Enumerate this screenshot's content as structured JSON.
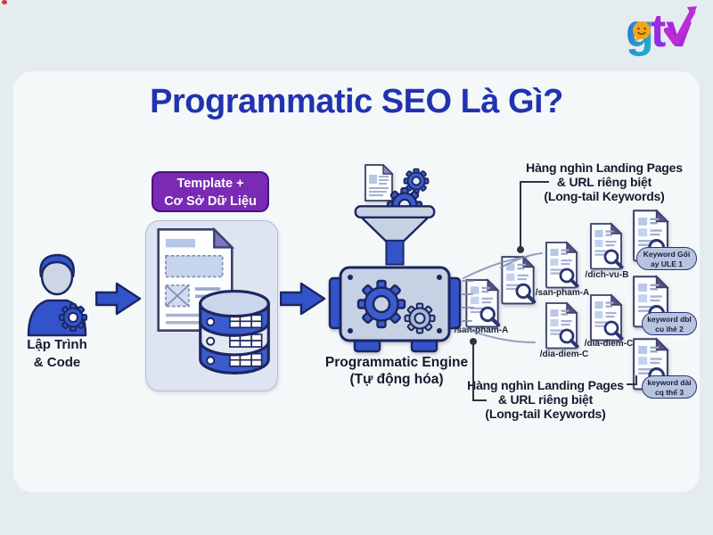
{
  "header": {
    "title": "Programmatic SEO Là Gì?",
    "logo": {
      "g_text": "g",
      "tv_text": "tv"
    }
  },
  "coder": {
    "line1": "Lập Trình",
    "line2": "& Code"
  },
  "template_badge": {
    "line1": "Template +",
    "line2": "Cơ Sở Dữ Liệu"
  },
  "engine": {
    "line1": "Programmatic Engine",
    "line2": "(Tự động hóa)"
  },
  "annotation_top": {
    "line1": "Hàng nghìn Landing Pages",
    "line2": "& URL riêng biệt",
    "line3": "(Long-tail Keywords)"
  },
  "annotation_bottom": {
    "line1": "Hàng nghìn Landing Pages",
    "line2": "& URL riêng biệt",
    "line3": "(Long-tail Keywords)"
  },
  "outputs": {
    "url_a": "/san-pham-A",
    "url_c": "/san-pham-A",
    "url_d": "/dia-diem-C",
    "url_e": "/dich-vu-B",
    "url_f": "/dia-diem-C",
    "badge1": {
      "line1": "Keyword Gối",
      "line2": "ay ULE 1"
    },
    "badge2": {
      "line1": "keyword dbl",
      "line2": "cu ìhé 2"
    },
    "badge3": {
      "line1": "keyword dài",
      "line2": "cq thể 3"
    }
  },
  "colors": {
    "title_blue": "#2133b0",
    "primary_blue": "#3353cb",
    "outline_navy": "#1b2660",
    "purple_badge": "#7a2ab4",
    "machine_gray": "#c7d1e4",
    "pill_blue": "#b7c4e0",
    "ink": "#141b2e",
    "logo_orange": "#f4a51f",
    "logo_magenta": "#b82fd6"
  }
}
